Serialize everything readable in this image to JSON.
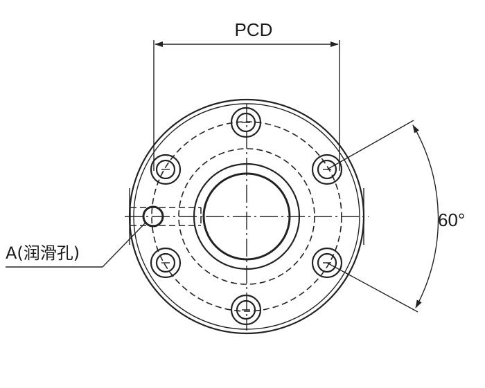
{
  "labels": {
    "pcd": "PCD",
    "angle": "60°",
    "lube_hole": "A(润滑孔)"
  }
}
